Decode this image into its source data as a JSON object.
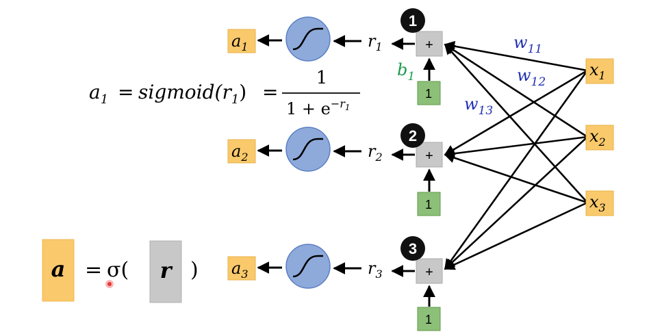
{
  "neurons": [
    {
      "number": "1",
      "output": "a",
      "output_sub": "1",
      "pre": "r",
      "pre_sub": "1",
      "bias_input": "1"
    },
    {
      "number": "2",
      "output": "a",
      "output_sub": "2",
      "pre": "r",
      "pre_sub": "2",
      "bias_input": "1"
    },
    {
      "number": "3",
      "output": "a",
      "output_sub": "3",
      "pre": "r",
      "pre_sub": "3",
      "bias_input": "1"
    }
  ],
  "inputs": [
    {
      "name": "x",
      "sub": "1"
    },
    {
      "name": "x",
      "sub": "2"
    },
    {
      "name": "x",
      "sub": "3"
    }
  ],
  "weight_labels": [
    {
      "name": "w",
      "sub": "11"
    },
    {
      "name": "w",
      "sub": "12"
    },
    {
      "name": "w",
      "sub": "13"
    }
  ],
  "bias_label": {
    "name": "b",
    "sub": "1"
  },
  "plus_symbol": "+",
  "formula": {
    "lhs": "a",
    "lhs_sub": "1",
    "equals": "=",
    "func": "sigmoid(r",
    "func_sub": "1",
    "close": ")",
    "equals2": "=",
    "numerator": "1",
    "denominator": "1 + e",
    "exponent": "−r",
    "exponent_sub": "1"
  },
  "vector_equation": {
    "lhs": "a",
    "equals": "=",
    "sigma": "σ(",
    "arg": "r",
    "close": ")"
  },
  "colors": {
    "output_box": "#f9c96b",
    "output_border": "#e8b24a",
    "sigmoid_fill": "#8eaadb",
    "sigmoid_stroke": "#5b7fc3",
    "sum_box": "#c8c8c8",
    "bias_box": "#8cbf78",
    "bias_border": "#5f9a4a",
    "input_box": "#f9c96b",
    "weight_text": "#1f2fb0",
    "bias_text": "#1a9a4a",
    "badge": "#111111",
    "pointer": "#e53935"
  }
}
